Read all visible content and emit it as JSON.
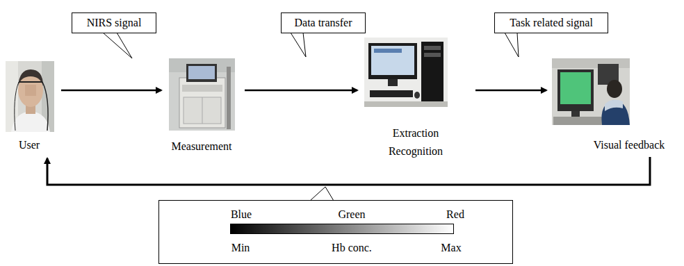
{
  "diagram": {
    "nodes": [
      {
        "text": [
          "User"
        ]
      },
      {
        "text": [
          "NIRS signal"
        ]
      },
      {
        "text": [
          "Measurement"
        ]
      },
      {
        "text": [
          "Data transfer"
        ]
      },
      {
        "text": [
          "Extraction Recognition"
        ]
      },
      {
        "text": [
          "Task related signal"
        ]
      },
      {
        "text": [
          "Visual feedback"
        ]
      },
      {
        "text": [
          "Blue",
          "Green",
          "Red",
          "Min",
          "Hb conc.",
          "Max"
        ]
      }
    ],
    "edges": [
      {
        "from": 0,
        "to": 2,
        "arrow": "to"
      },
      {
        "from": 2,
        "to": 4,
        "arrow": "to"
      },
      {
        "from": 4,
        "to": 6,
        "arrow": "to"
      },
      {
        "from": 6,
        "to": 0,
        "arrow": "to"
      }
    ]
  }
}
